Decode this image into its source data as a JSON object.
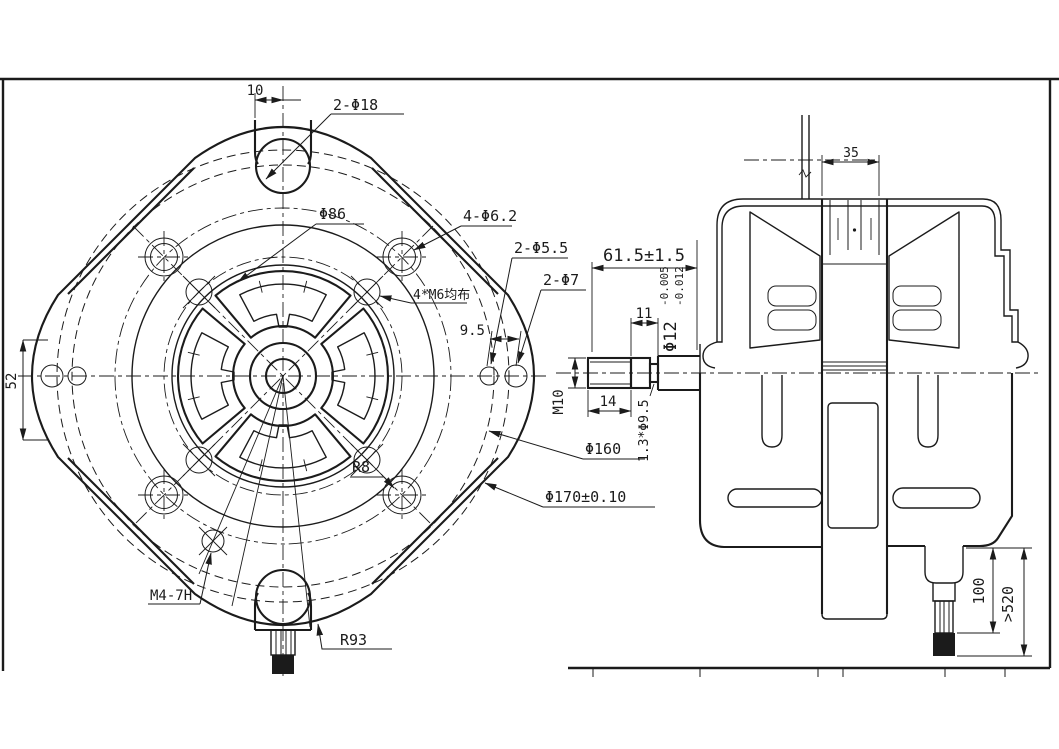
{
  "colors": {
    "ink": "#1b1b1b",
    "background": "#ffffff"
  },
  "front_view": {
    "dim_tab_offset": "10",
    "label_tab_holes": "2-Φ18",
    "label_bolt_circle_86": "Φ86",
    "label_holes_6_2": "4-Φ6.2",
    "label_holes_5_5": "2-Φ5.5",
    "label_holes_7": "2-Φ7",
    "label_m6_pattern": "4*M6均布",
    "dim_hole_offset": "9.5",
    "dim_side_52": "52",
    "label_fillet_r8": "R8",
    "label_circle_160": "Φ160",
    "label_circle_170": "Φ170±0.10",
    "label_thread_m4": "M4-7H",
    "label_corner_r93": "R93"
  },
  "side_view": {
    "dim_shaft_extension": "61.5±1.5",
    "dim_shaft_11": "11",
    "label_thread_m10": "M10",
    "dim_thread_14": "14",
    "label_groove": "1.3*Φ9.5",
    "label_shaft_dia": "Φ12",
    "tol_upper": "-0.005",
    "tol_lower": "-0.012",
    "dim_stack_35": "35",
    "dim_lead_100": "100",
    "dim_lead_min_520": ">520"
  }
}
